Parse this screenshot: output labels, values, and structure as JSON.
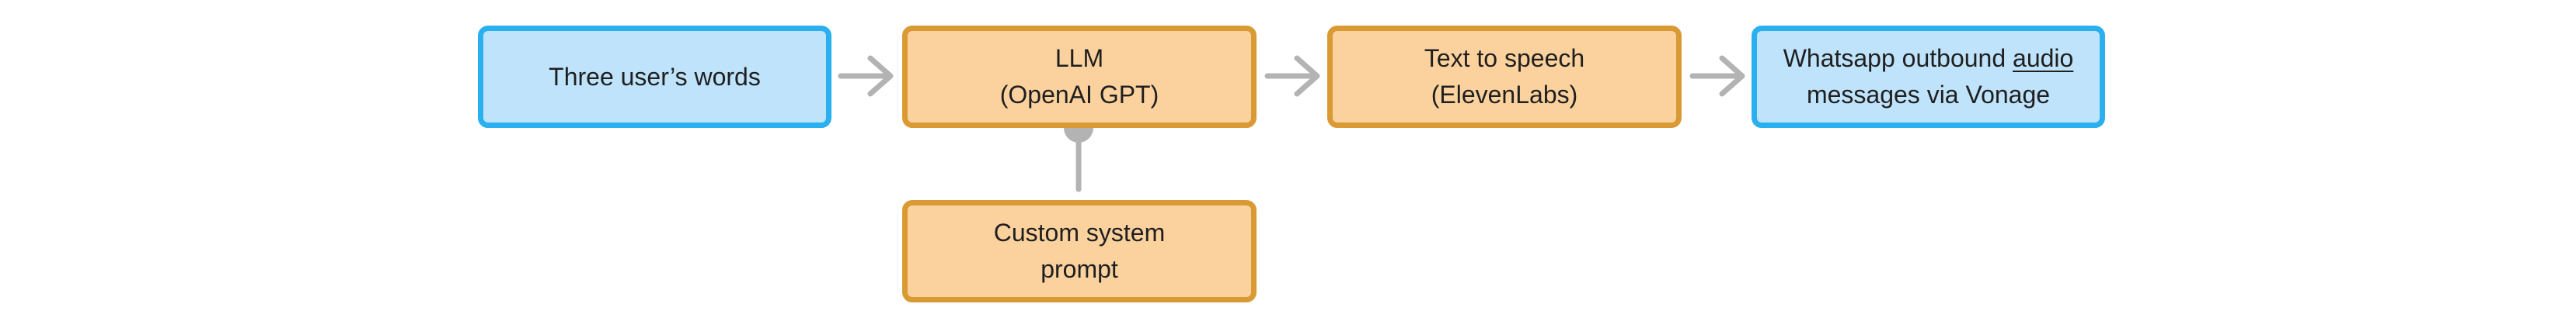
{
  "diagram": {
    "nodes": [
      {
        "id": "input",
        "lines": [
          "Three user’s words"
        ],
        "fill": "#bfe3fb",
        "stroke": "#2ab0ee"
      },
      {
        "id": "llm",
        "lines": [
          "LLM",
          "(OpenAI GPT)"
        ],
        "fill": "#fbd29e",
        "stroke": "#d99a34"
      },
      {
        "id": "tts",
        "lines": [
          "Text to speech",
          "(ElevenLabs)"
        ],
        "fill": "#fbd29e",
        "stroke": "#d99a34"
      },
      {
        "id": "output",
        "line1_before": "Whatsapp outbound ",
        "line1_link": "audio",
        "line2": "messages via Vonage",
        "fill": "#bfe3fb",
        "stroke": "#2ab0ee"
      },
      {
        "id": "prompt",
        "lines": [
          "Custom system",
          "prompt"
        ],
        "fill": "#fbd29e",
        "stroke": "#d99a34"
      }
    ],
    "edges": [
      {
        "from": "input",
        "to": "llm",
        "style": "arrow"
      },
      {
        "from": "llm",
        "to": "tts",
        "style": "arrow"
      },
      {
        "from": "tts",
        "to": "output",
        "style": "arrow"
      },
      {
        "from": "prompt",
        "to": "llm",
        "style": "dot"
      }
    ],
    "connector_color": "#b3b3b3"
  }
}
